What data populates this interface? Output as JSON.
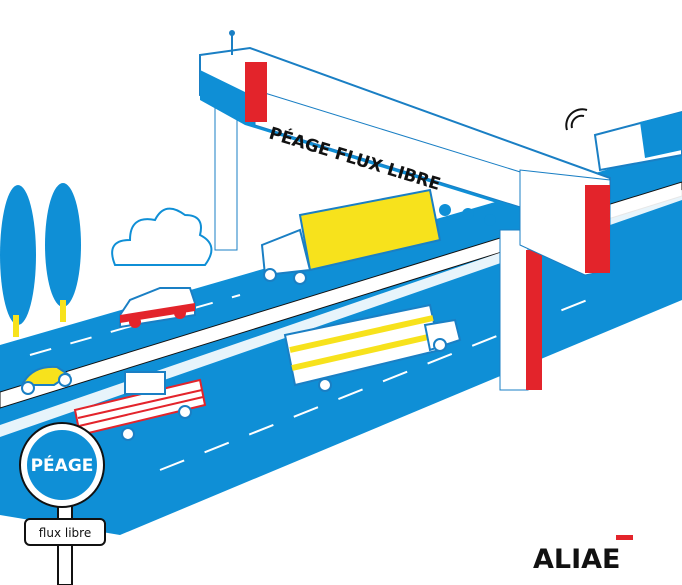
{
  "illustration": {
    "gantry_label": "PÉAGE FLUX LIBRE",
    "road_sign": {
      "title": "PÉAGE",
      "subtitle": "flux libre"
    },
    "logo": "ALIAE"
  },
  "colors": {
    "road": "#0f8fd6",
    "accent_red": "#e3242b",
    "yellow": "#f7e21c",
    "line": "#1a7fc4",
    "ink": "#111111"
  }
}
